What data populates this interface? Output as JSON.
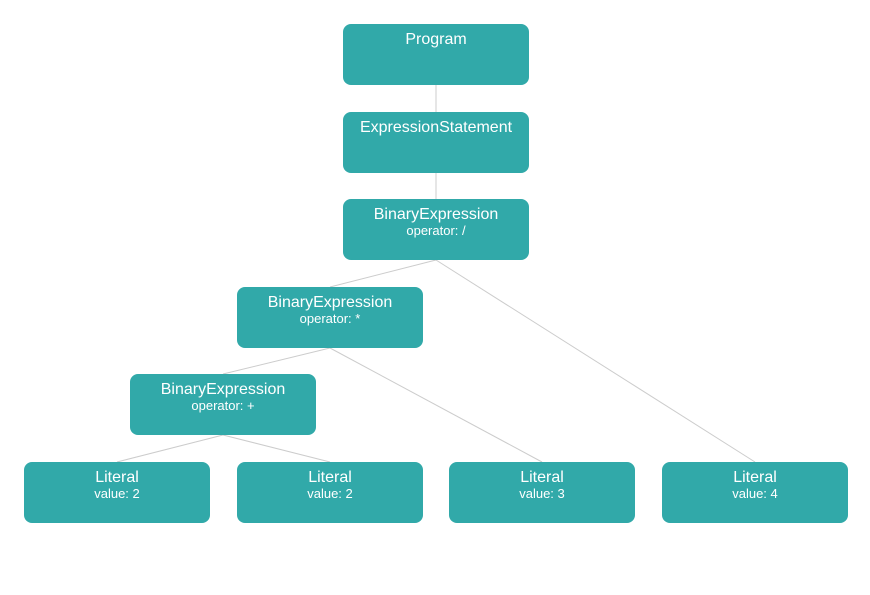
{
  "tree": {
    "nodes": [
      {
        "id": "n0",
        "label": "Program",
        "detail": ""
      },
      {
        "id": "n1",
        "label": "ExpressionStatement",
        "detail": ""
      },
      {
        "id": "n2",
        "label": "BinaryExpression",
        "detail": "operator: /"
      },
      {
        "id": "n3",
        "label": "BinaryExpression",
        "detail": "operator: *"
      },
      {
        "id": "n4",
        "label": "BinaryExpression",
        "detail": "operator: +"
      },
      {
        "id": "n5",
        "label": "Literal",
        "detail": "value: 2"
      },
      {
        "id": "n6",
        "label": "Literal",
        "detail": "value: 2"
      },
      {
        "id": "n7",
        "label": "Literal",
        "detail": "value: 3"
      },
      {
        "id": "n8",
        "label": "Literal",
        "detail": "value: 4"
      }
    ],
    "edges": [
      [
        "n0",
        "n1"
      ],
      [
        "n1",
        "n2"
      ],
      [
        "n2",
        "n3"
      ],
      [
        "n2",
        "n8"
      ],
      [
        "n3",
        "n4"
      ],
      [
        "n3",
        "n7"
      ],
      [
        "n4",
        "n5"
      ],
      [
        "n4",
        "n6"
      ]
    ],
    "colors": {
      "node_fill": "#31a9a9",
      "node_text": "#ffffff",
      "edge": "#cccccc"
    }
  }
}
